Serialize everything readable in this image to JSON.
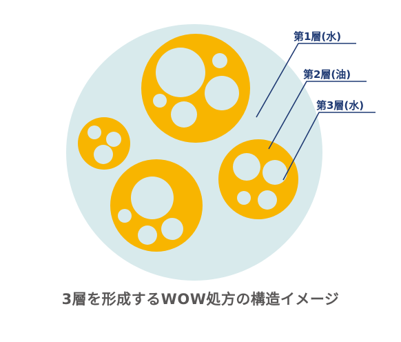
{
  "colors": {
    "outer_water": "#d8eaec",
    "oil": "#f8b500",
    "inner_water": "#d8eaec",
    "label_text": "#1f3a73",
    "leader_line": "#1f3a73",
    "caption_text": "#595757"
  },
  "labels": {
    "layer1": "第1層(水)",
    "layer2": "第2層(油)",
    "layer3": "第3層(水)"
  },
  "caption": "3層を形成するWOW処方の構造イメージ"
}
